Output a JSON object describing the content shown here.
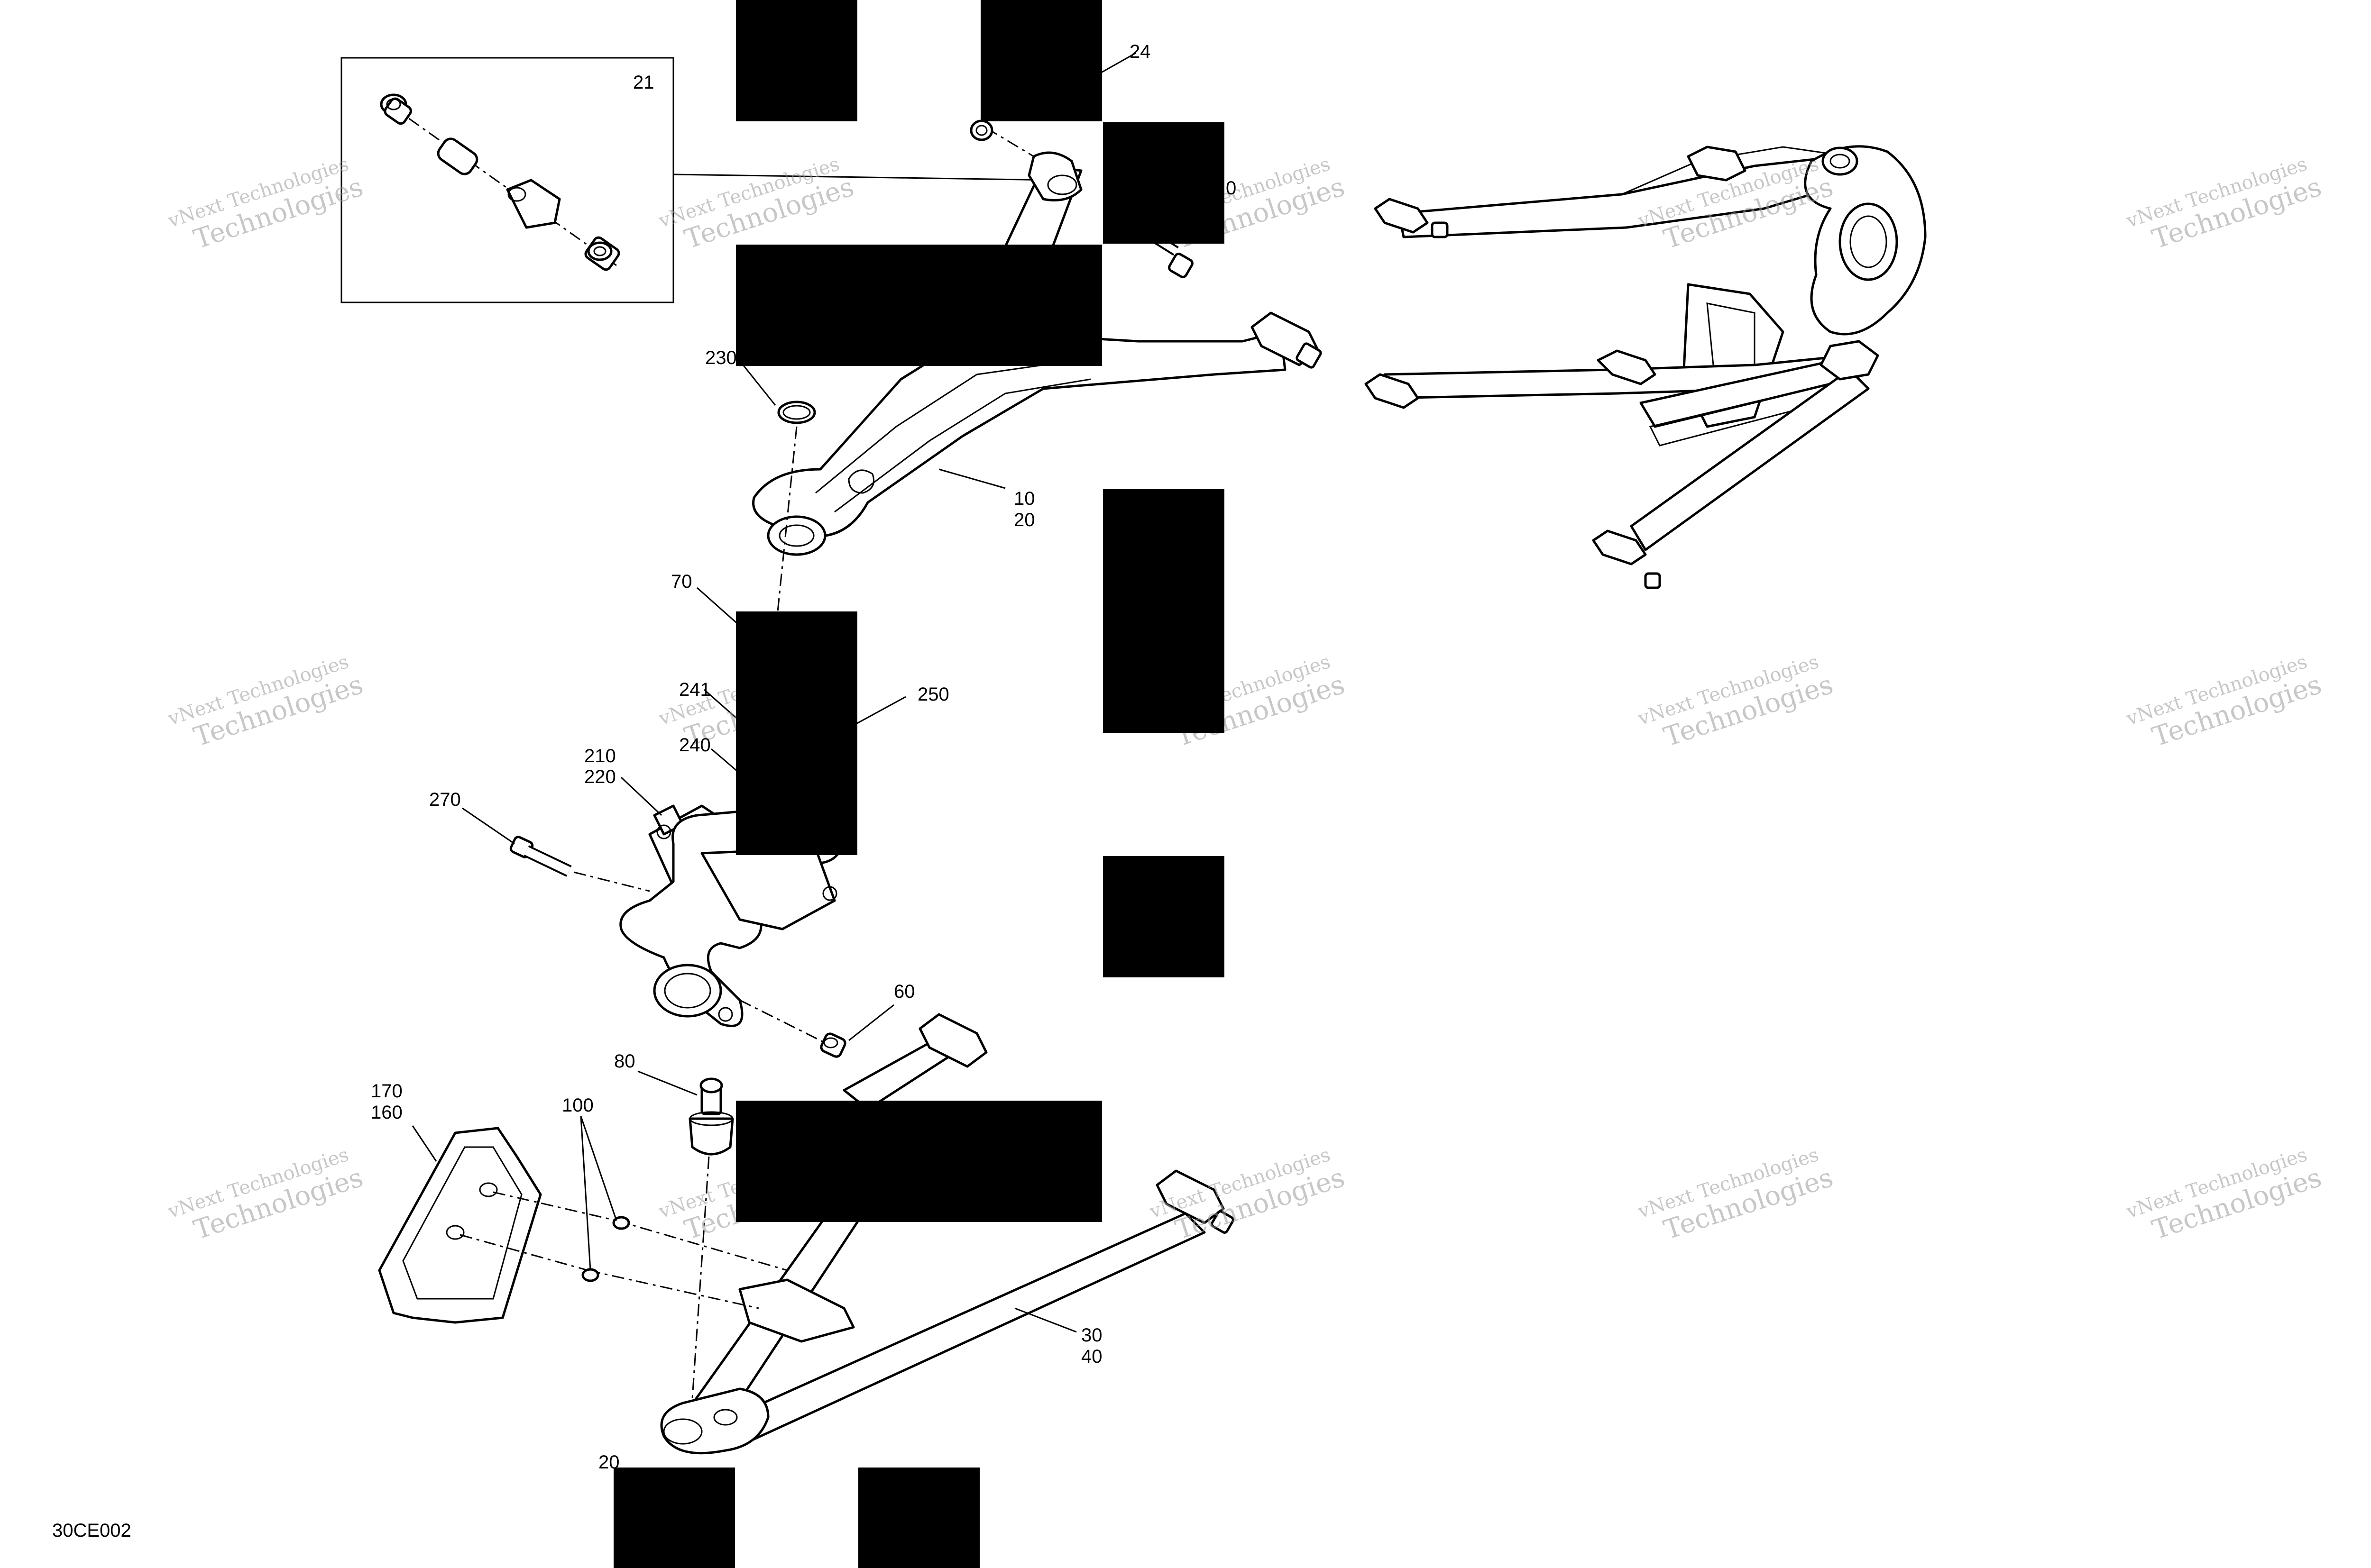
{
  "diagram_code": "30CE002",
  "watermark_text": [
    "vNext Technologies",
    "vNext",
    "Technologies"
  ],
  "callouts": {
    "c21": "21",
    "c24": "24",
    "c230": "230",
    "c10": "10",
    "c20": "20",
    "c70": "70",
    "c241": "241",
    "c240": "240",
    "c250": "250",
    "c210": "210",
    "c220": "220",
    "c270": "270",
    "c60": "60",
    "c80": "80",
    "c100": "100",
    "c170": "170",
    "c160": "160",
    "c30": "30",
    "c40": "40",
    "c0": "0",
    "c200": "20"
  }
}
